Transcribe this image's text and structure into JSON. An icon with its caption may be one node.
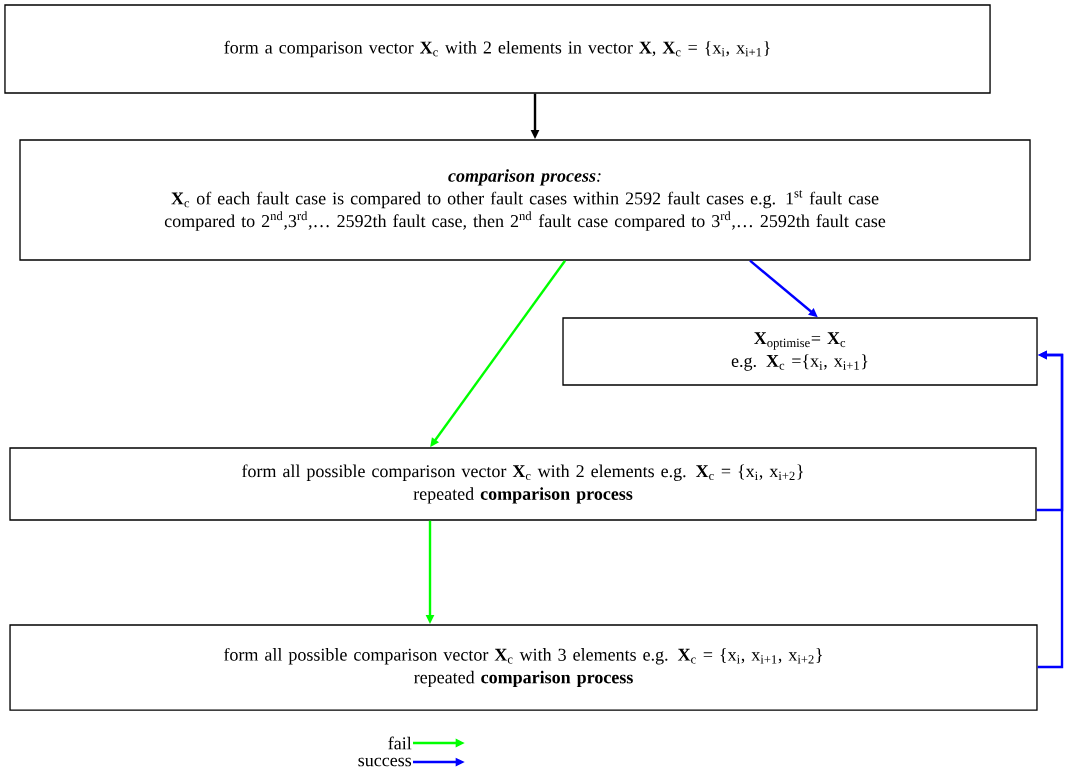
{
  "diagram": {
    "nodes": [
      {
        "text": [
          "form a comparison vector **X**$_{c}$ with 2 elements in vector **X**, **X**$_{c}$ = {x$_{i}$, x$_{i+1}$}"
        ]
      },
      {
        "text": [
          "**comparison process**:",
          "**X**$_{c}$ of each fault case is compared to other fault cases within 2592 fault cases e.g. 1$^{st}$ fault case compared to 2$^{nd}$,3$^{rd}$,… 2592th fault case, then 2$^{nd}$ fault case compared to 3$^{rd}$,… 2592th fault case"
        ]
      },
      {
        "text": [
          "**X**$_{optimise}$= **X**$_{c}$",
          "e.g. **X**$_{c}$ ={x$_{i}$, x$_{i+1}$}"
        ]
      },
      {
        "text": [
          "form all possible comparison vector **X**$_{c}$ with 2 elements e.g. **X**$_{c}$ = {x$_{i}$, x$_{i+2}$}",
          "repeated **comparison process**"
        ]
      },
      {
        "text": [
          "form all possible comparison vector **X**$_{c}$ with 3 elements e.g. **X**$_{c}$ = {x$_{i}$, x$_{i+1}$, x$_{i+2}$}",
          "repeated **comparison process**"
        ]
      }
    ],
    "edges": [
      {
        "from": 0,
        "to": 1,
        "arrow": "to",
        "color": "#000000"
      },
      {
        "from": 1,
        "to": 3,
        "arrow": "to",
        "color": "#00ff00"
      },
      {
        "from": 1,
        "to": 2,
        "arrow": "to",
        "color": "#0000ff"
      },
      {
        "from": 3,
        "to": 4,
        "arrow": "to",
        "color": "#00ff00"
      },
      {
        "from": 3,
        "to": 2,
        "arrow": "to",
        "color": "#0000ff"
      },
      {
        "from": 4,
        "to": 2,
        "arrow": "to",
        "color": "#0000ff"
      }
    ],
    "legend": [
      {
        "text": "fail",
        "color": "#00ff00"
      },
      {
        "text": "success",
        "color": "#0000ff"
      }
    ]
  }
}
